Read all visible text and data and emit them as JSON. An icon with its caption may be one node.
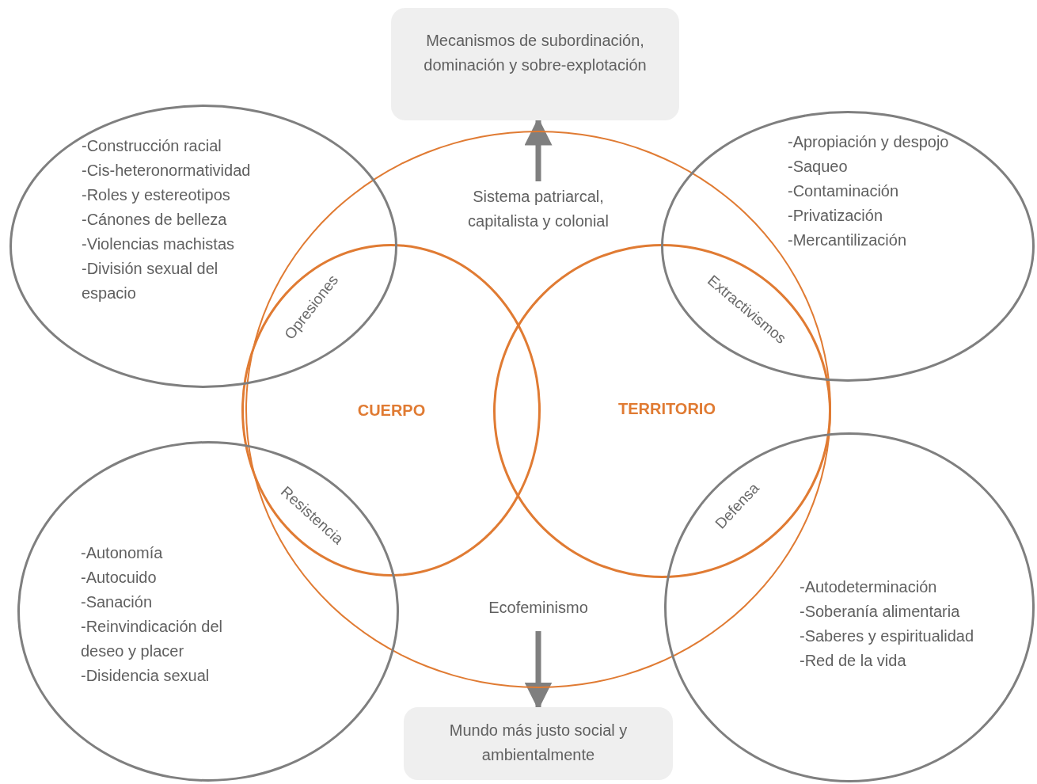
{
  "diagram": {
    "nodes": [
      {
        "text": [
          "Mecanismos de subordinación, dominación y sobre-explotación"
        ]
      },
      {
        "text": [],
        "shape": "circle"
      },
      {
        "text": [
          "Sistema patriarcal, capitalista y colonial"
        ],
        "in": 1
      },
      {
        "text": [
          "Ecofeminismo"
        ],
        "in": 1
      },
      {
        "text": [
          "CUERPO"
        ],
        "in": 1
      },
      {
        "text": [
          "TERRITORIO"
        ],
        "in": 1
      },
      {
        "text": [
          "-Construcción racial",
          "-Cis-heteronormatividad",
          "-Roles y estereotipos",
          "-Cánones de belleza",
          "-Violencias machistas",
          "-División sexual del espacio"
        ]
      },
      {
        "text": [
          "-Apropiación y despojo",
          "-Saqueo",
          "-Contaminación",
          "-Privatización",
          "-Mercantilización"
        ]
      },
      {
        "text": [
          "-Autonomía",
          "-Autocuido",
          "-Sanación",
          "-Reinvindicación del deseo y placer",
          "-Disidencia sexual"
        ]
      },
      {
        "text": [
          "-Autodeterminación",
          "-Soberanía alimentaria",
          "-Saberes y espiritualidad",
          "-Red de la vida"
        ]
      },
      {
        "text": [
          "Mundo más justo social y ambientalmente"
        ]
      }
    ],
    "edges": [
      {
        "from": 2,
        "to": 0,
        "arrow": "to"
      },
      {
        "from": 3,
        "to": 10,
        "arrow": "to"
      }
    ],
    "labels": [
      "Opresiones",
      "Extractivismos",
      "Resistencia",
      "Defensa"
    ]
  }
}
